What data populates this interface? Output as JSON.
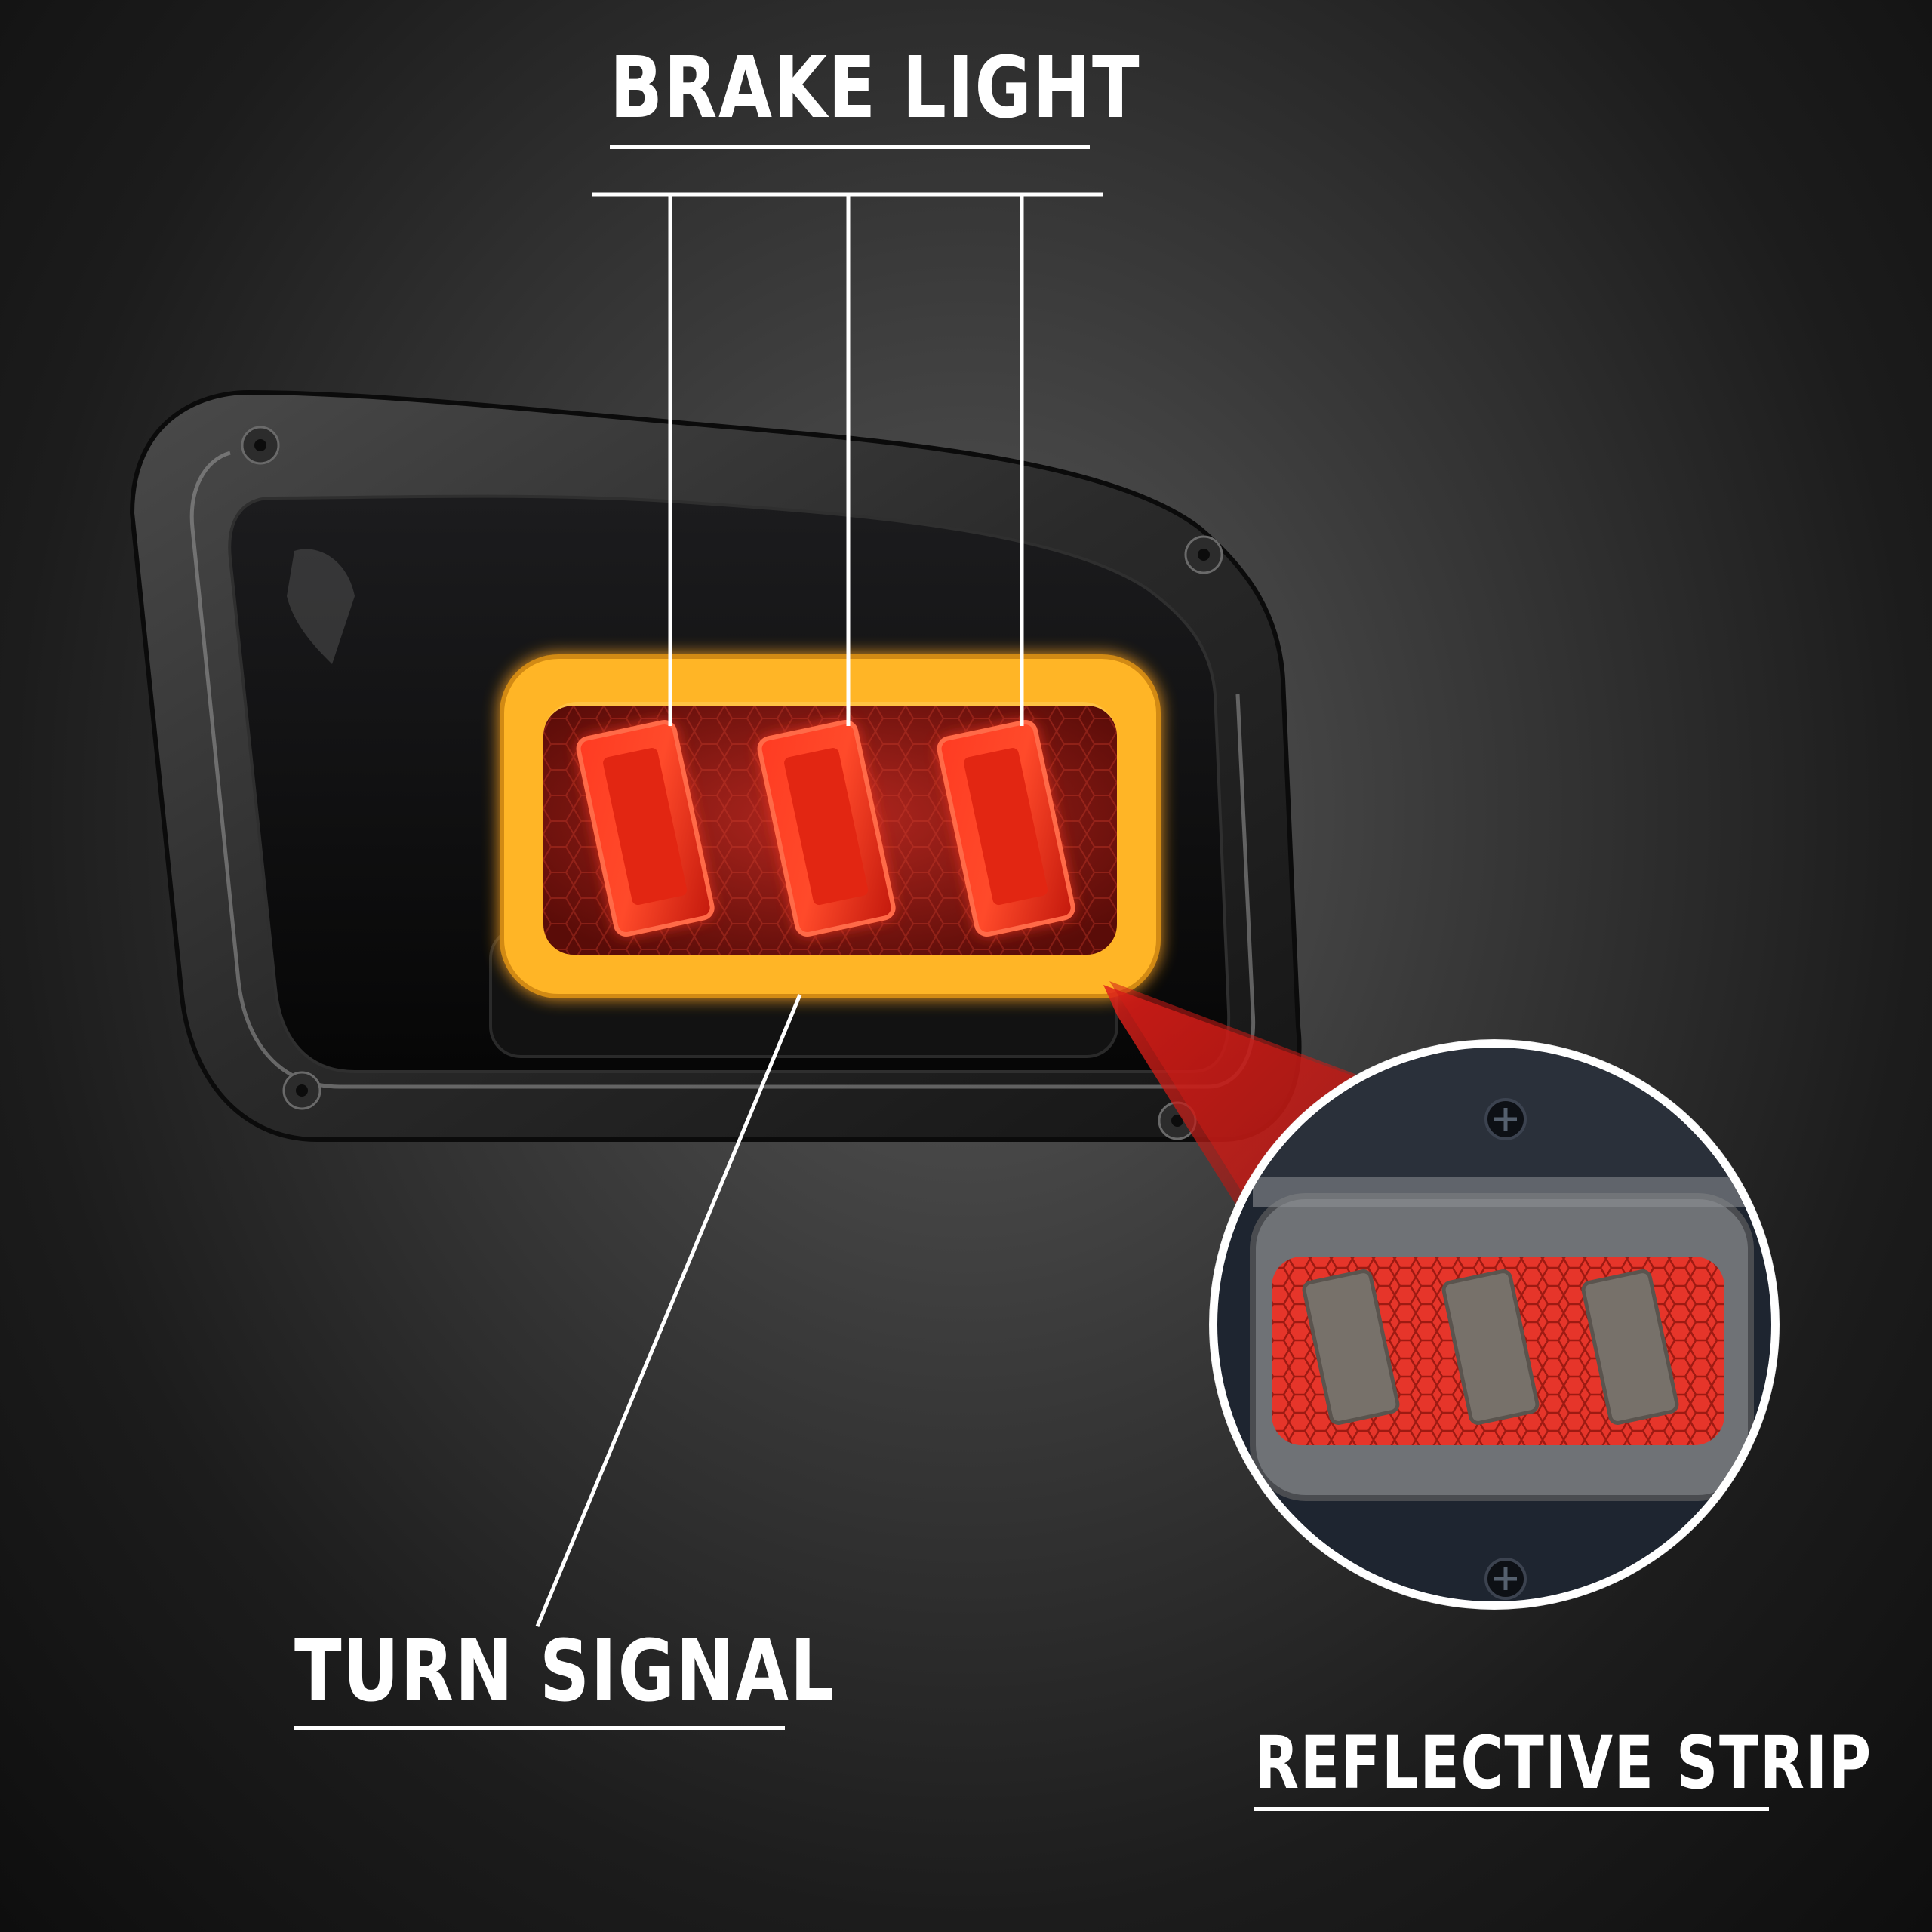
{
  "labels": {
    "brake_light": "BRAKE LIGHT",
    "turn_signal": "TURN SIGNAL",
    "reflective_strip": "REFLECTIVE STRIP"
  },
  "colors": {
    "brake_red": "#ff2a1a",
    "turn_amber": "#ffb020",
    "reflector_red": "#e8352b",
    "housing": "#1a1a1a",
    "callout_line": "#ffffff"
  }
}
